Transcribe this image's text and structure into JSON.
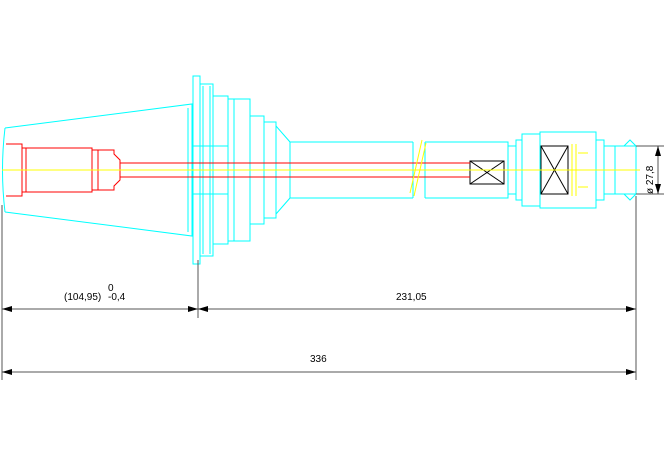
{
  "dimensions": {
    "tolerance_upper": "0",
    "left_length": "(104,95)",
    "tolerance_lower": "-0,4",
    "right_length": "231,05",
    "total_length": "336",
    "diameter": "ø 27,8"
  },
  "colors": {
    "cyan": "#00ffff",
    "red": "#ff0000",
    "yellow": "#ffff00",
    "black": "#000000",
    "gray": "#555555"
  }
}
